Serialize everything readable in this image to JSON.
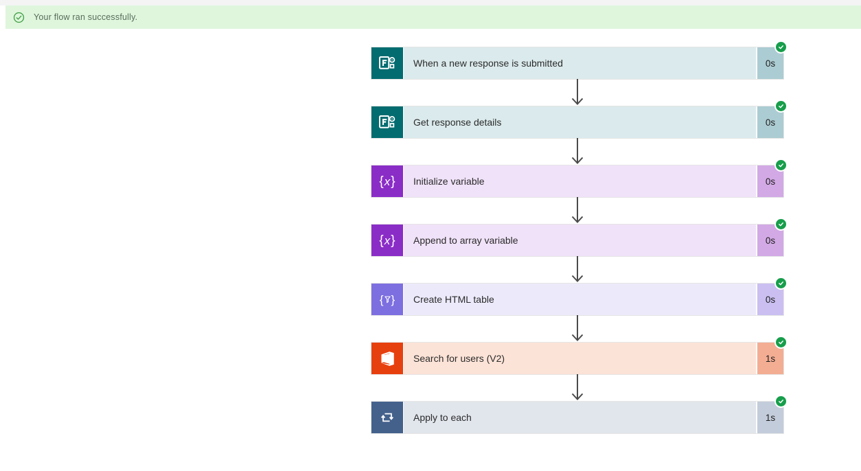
{
  "banner": {
    "message": "Your flow ran successfully.",
    "icon": "success-circle-check-icon",
    "background": "#dff6dc",
    "text_color": "#586c5b",
    "icon_color": "#44a04a"
  },
  "colors": {
    "success_badge": "#179e4b",
    "connector_arrow": "#4a4a4a",
    "card_text": "#2b2b2b"
  },
  "flow": {
    "steps": [
      {
        "label": "When a new response is submitted",
        "duration": "0s",
        "status": "Succeeded",
        "connector": "Microsoft Forms",
        "icon": "forms-icon",
        "colors": {
          "icon_bg": "#036c70",
          "body_bg": "#dbeaec",
          "duration_bg": "#abccd2"
        }
      },
      {
        "label": "Get response details",
        "duration": "0s",
        "status": "Succeeded",
        "connector": "Microsoft Forms",
        "icon": "forms-icon",
        "colors": {
          "icon_bg": "#036c70",
          "body_bg": "#dbeaec",
          "duration_bg": "#abccd2"
        }
      },
      {
        "label": "Initialize variable",
        "duration": "0s",
        "status": "Succeeded",
        "connector": "Variables",
        "icon": "variable-braces-x-icon",
        "colors": {
          "icon_bg": "#8a2dc7",
          "body_bg": "#f0e2f8",
          "duration_bg": "#d2a9e5"
        }
      },
      {
        "label": "Append to array variable",
        "duration": "0s",
        "status": "Succeeded",
        "connector": "Variables",
        "icon": "variable-braces-x-icon",
        "colors": {
          "icon_bg": "#8a2dc7",
          "body_bg": "#f0e2f8",
          "duration_bg": "#d2a9e5"
        }
      },
      {
        "label": "Create HTML table",
        "duration": "0s",
        "status": "Succeeded",
        "connector": "Data Operations",
        "icon": "data-operations-funnel-icon",
        "colors": {
          "icon_bg": "#7d6fe0",
          "body_bg": "#eceafa",
          "duration_bg": "#cabff0"
        }
      },
      {
        "label": "Search for users (V2)",
        "duration": "1s",
        "status": "Succeeded",
        "connector": "Office 365 Users",
        "icon": "office-365-icon",
        "colors": {
          "icon_bg": "#e7400f",
          "body_bg": "#fce3d7",
          "duration_bg": "#f3ad93"
        }
      },
      {
        "label": "Apply to each",
        "duration": "1s",
        "status": "Succeeded",
        "connector": "Control",
        "icon": "apply-to-each-loop-icon",
        "colors": {
          "icon_bg": "#44618c",
          "body_bg": "#e1e5ec",
          "duration_bg": "#c3ccda"
        }
      }
    ]
  }
}
